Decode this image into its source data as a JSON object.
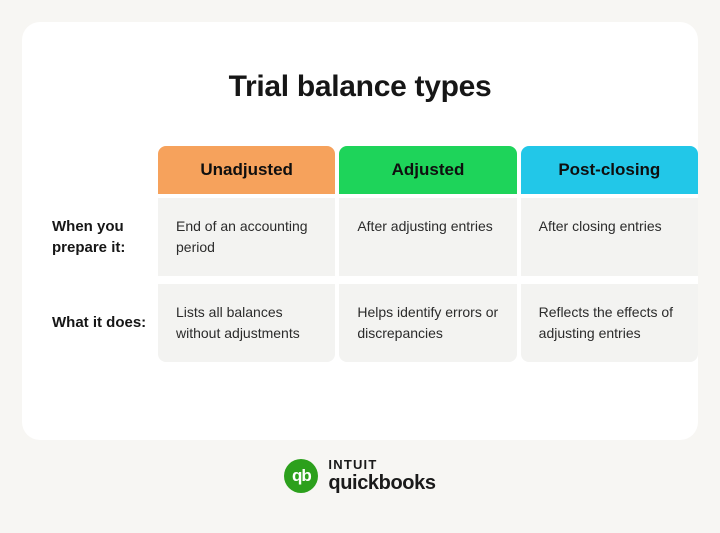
{
  "card": {
    "title": "Trial balance types"
  },
  "table": {
    "columns": [
      {
        "label": "Unadjusted",
        "color": "#f6a25c"
      },
      {
        "label": "Adjusted",
        "color": "#1ed45a"
      },
      {
        "label": "Post-closing",
        "color": "#22c7e8"
      }
    ],
    "rows": [
      {
        "label": "When you prepare it:",
        "cells": [
          "End of an accounting period",
          "After adjusting entries",
          "After closing entries"
        ]
      },
      {
        "label": "What it does:",
        "cells": [
          "Lists all balances without adjustments",
          "Helps identify errors or discrepancies",
          "Reflects the effects of adjusting entries"
        ]
      }
    ]
  },
  "footer": {
    "logo_mark_text": "qb",
    "brand_top": "INTUIT",
    "brand_bottom": "quickbooks"
  }
}
